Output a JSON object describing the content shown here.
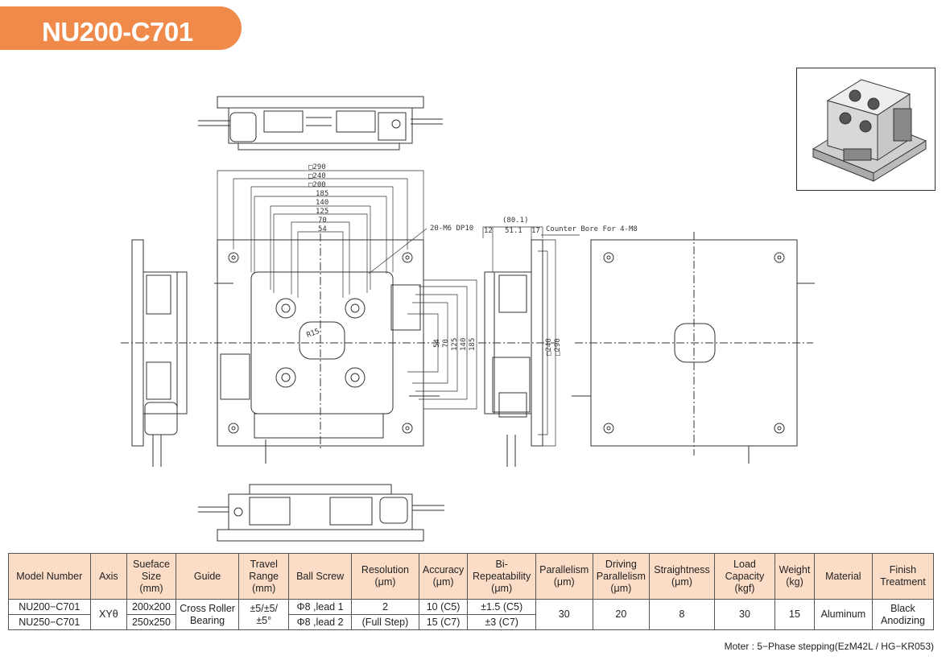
{
  "title": "NU200-C701",
  "drawing": {
    "top_dims": [
      "□290",
      "□240",
      "□200",
      "185",
      "140",
      "125",
      "70",
      "54"
    ],
    "hole_note": "20-M6 DP10",
    "right_dims": [
      "54",
      "70",
      "125",
      "140",
      "185"
    ],
    "side_right_dims": [
      "□240",
      "□290"
    ],
    "side_top_dims": {
      "overall": "(80.1)",
      "a": "12",
      "b": "51.1",
      "c": "17"
    },
    "counter_bore": "Counter Bore For 4-M8",
    "rotation_mark": "R15"
  },
  "table": {
    "headers": [
      "Model Number",
      "Axis",
      "Sueface Size (mm)",
      "Guide",
      "Travel Range (mm)",
      "Ball Screw",
      "Resolution (μm)",
      "Accuracy (μm)",
      "Bi-Repeatability (μm)",
      "Parallelism (μm)",
      "Driving Parallelism (μm)",
      "Straightness (μm)",
      "Load Capacity (kgf)",
      "Weight (kg)",
      "Material",
      "Finish Treatment"
    ],
    "row1": {
      "model": "NU200−C701",
      "axis": "XYθ",
      "size": "200x200",
      "guide": "Cross Roller Bearing",
      "travel": "±5/±5/ ±5°",
      "screw": "Φ8 ,lead 1",
      "resolution": "2",
      "accuracy": "10 (C5)",
      "bi_rep": "±1.5 (C5)",
      "parallelism": "30",
      "driving": "20",
      "straightness": "8",
      "load": "30",
      "weight": "15",
      "material": "Aluminum",
      "finish": "Black Anodizing"
    },
    "row2": {
      "model": "NU250−C701",
      "size": "250x250",
      "screw": "Φ8 ,lead 2",
      "resolution": "(Full Step)",
      "accuracy": "15 (C7)",
      "bi_rep": "±3 (C7)"
    }
  },
  "footnote": "Moter : 5−Phase stepping(EzM42L / HG−KR053)"
}
